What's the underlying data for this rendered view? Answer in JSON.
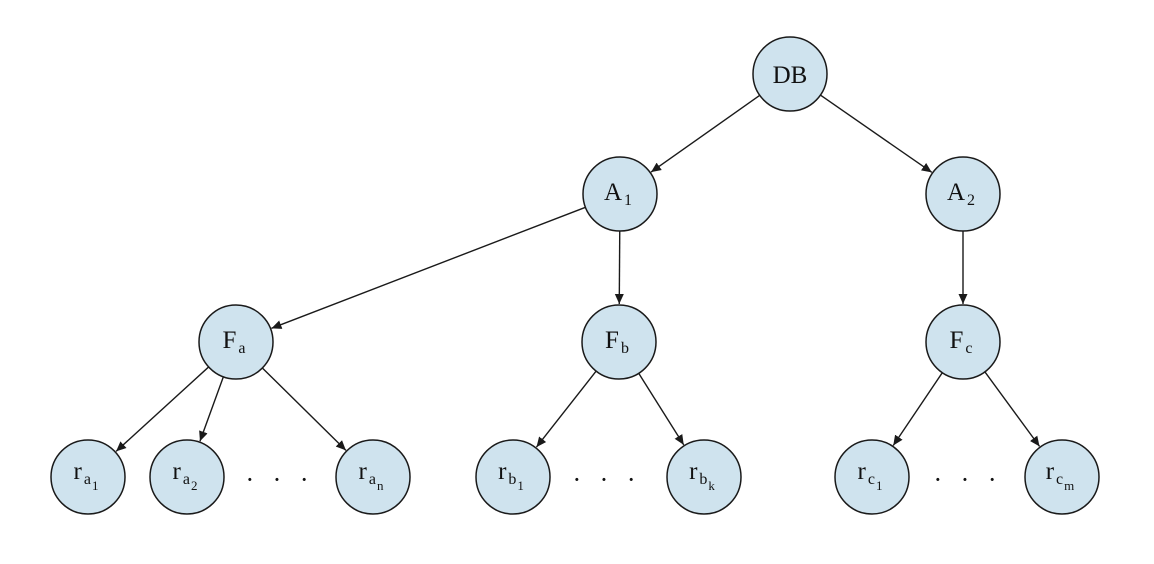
{
  "diagram": {
    "nodes": [
      {
        "id": "DB",
        "base": "DB",
        "sub": "",
        "subsub": ""
      },
      {
        "id": "A1",
        "base": "A",
        "sub": "1",
        "subsub": ""
      },
      {
        "id": "A2",
        "base": "A",
        "sub": "2",
        "subsub": ""
      },
      {
        "id": "Fa",
        "base": "F",
        "sub": "a",
        "subsub": ""
      },
      {
        "id": "Fb",
        "base": "F",
        "sub": "b",
        "subsub": ""
      },
      {
        "id": "Fc",
        "base": "F",
        "sub": "c",
        "subsub": ""
      },
      {
        "id": "ra1",
        "base": "r",
        "sub": "a",
        "subsub": "1"
      },
      {
        "id": "ra2",
        "base": "r",
        "sub": "a",
        "subsub": "2"
      },
      {
        "id": "ran",
        "base": "r",
        "sub": "a",
        "subsub": "n"
      },
      {
        "id": "rb1",
        "base": "r",
        "sub": "b",
        "subsub": "1"
      },
      {
        "id": "rbk",
        "base": "r",
        "sub": "b",
        "subsub": "k"
      },
      {
        "id": "rc1",
        "base": "r",
        "sub": "c",
        "subsub": "1"
      },
      {
        "id": "rcm",
        "base": "r",
        "sub": "c",
        "subsub": "m"
      }
    ],
    "edges": [
      {
        "from": "DB",
        "to": "A1"
      },
      {
        "from": "DB",
        "to": "A2"
      },
      {
        "from": "A1",
        "to": "Fa"
      },
      {
        "from": "A1",
        "to": "Fb"
      },
      {
        "from": "A2",
        "to": "Fc"
      },
      {
        "from": "Fa",
        "to": "ra1"
      },
      {
        "from": "Fa",
        "to": "ra2"
      },
      {
        "from": "Fa",
        "to": "ran"
      },
      {
        "from": "Fb",
        "to": "rb1"
      },
      {
        "from": "Fb",
        "to": "rbk"
      },
      {
        "from": "Fc",
        "to": "rc1"
      },
      {
        "from": "Fc",
        "to": "rcm"
      }
    ],
    "ellipses": [
      {
        "id": "ellipsis-a",
        "text": "· · ·"
      },
      {
        "id": "ellipsis-b",
        "text": "· · ·"
      },
      {
        "id": "ellipsis-c",
        "text": "· · ·"
      }
    ],
    "colors": {
      "node_fill": "#cfe3ee",
      "stroke": "#1a1a1a",
      "text": "#111111"
    }
  }
}
